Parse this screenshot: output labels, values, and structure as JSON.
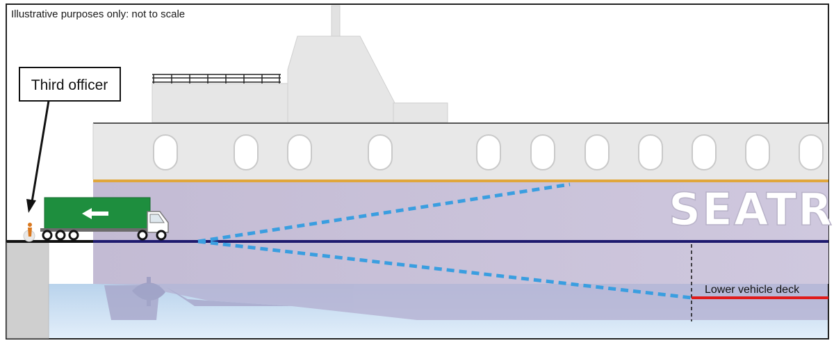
{
  "diagram": {
    "disclaimer": "Illustrative purposes only: not to scale",
    "officer_label": "Third officer",
    "ship_name": "SEATRU",
    "deck_label": "Lower vehicle deck",
    "icons": {
      "person": "person-icon",
      "truck": "truck-icon",
      "arrow": "arrow-left-icon"
    },
    "colors": {
      "hull": "#c7bfd6",
      "superstructure": "#e6e6e6",
      "sight_line": "#3a9ee0",
      "ramp_line": "#1e1a6e",
      "lower_deck": "#e01b1b",
      "truck": "#1e8e3e",
      "stripe": "#e0a63c",
      "water": "#cfe2f2"
    }
  }
}
